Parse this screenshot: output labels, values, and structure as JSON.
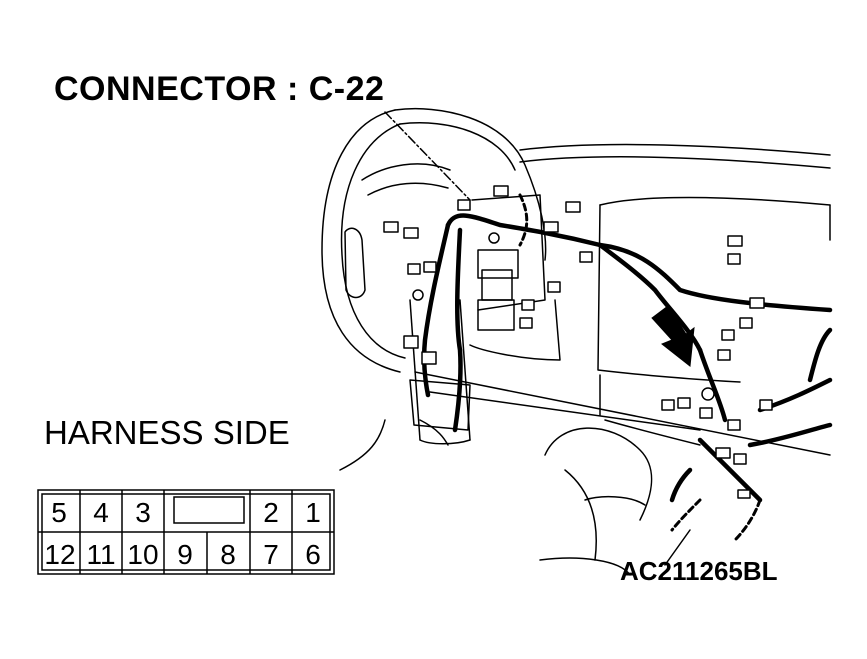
{
  "connector_title": "CONNECTOR : C-22",
  "harness_side_label": "HARNESS SIDE",
  "figure_code": "AC211265BL",
  "connector_pins": {
    "top_row": [
      "5",
      "4",
      "3",
      "",
      "2",
      "1"
    ],
    "bottom_row": [
      "12",
      "11",
      "10",
      "9",
      "8",
      "7",
      "6"
    ]
  }
}
